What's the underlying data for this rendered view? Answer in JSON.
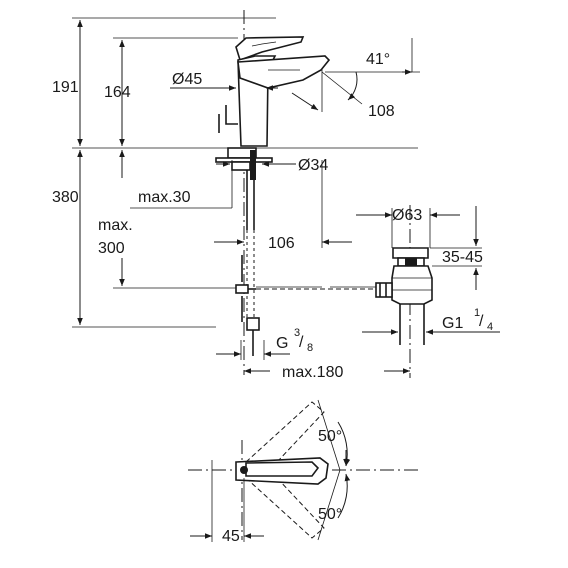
{
  "dimensions": {
    "height_total": "191",
    "height_spout": "164",
    "diameter_body": "Ø45",
    "spout_angle": "41°",
    "reach": "108",
    "diameter_hole": "Ø34",
    "height_under": "380",
    "max_thickness": "max.30",
    "max_hose_label": "max.",
    "max_hose_value": "300",
    "offset_waste": "106",
    "diameter_waste": "Ø63",
    "waste_range": "35-45",
    "waste_thread_main": "G1",
    "waste_thread_num": "1",
    "waste_thread_den": "4",
    "supply_thread_main": "G",
    "supply_thread_num": "3",
    "supply_thread_den": "8",
    "max_waste_offset": "max.180",
    "lever_angle_top": "50°",
    "lever_angle_bottom": "50°",
    "lever_offset": "45"
  }
}
